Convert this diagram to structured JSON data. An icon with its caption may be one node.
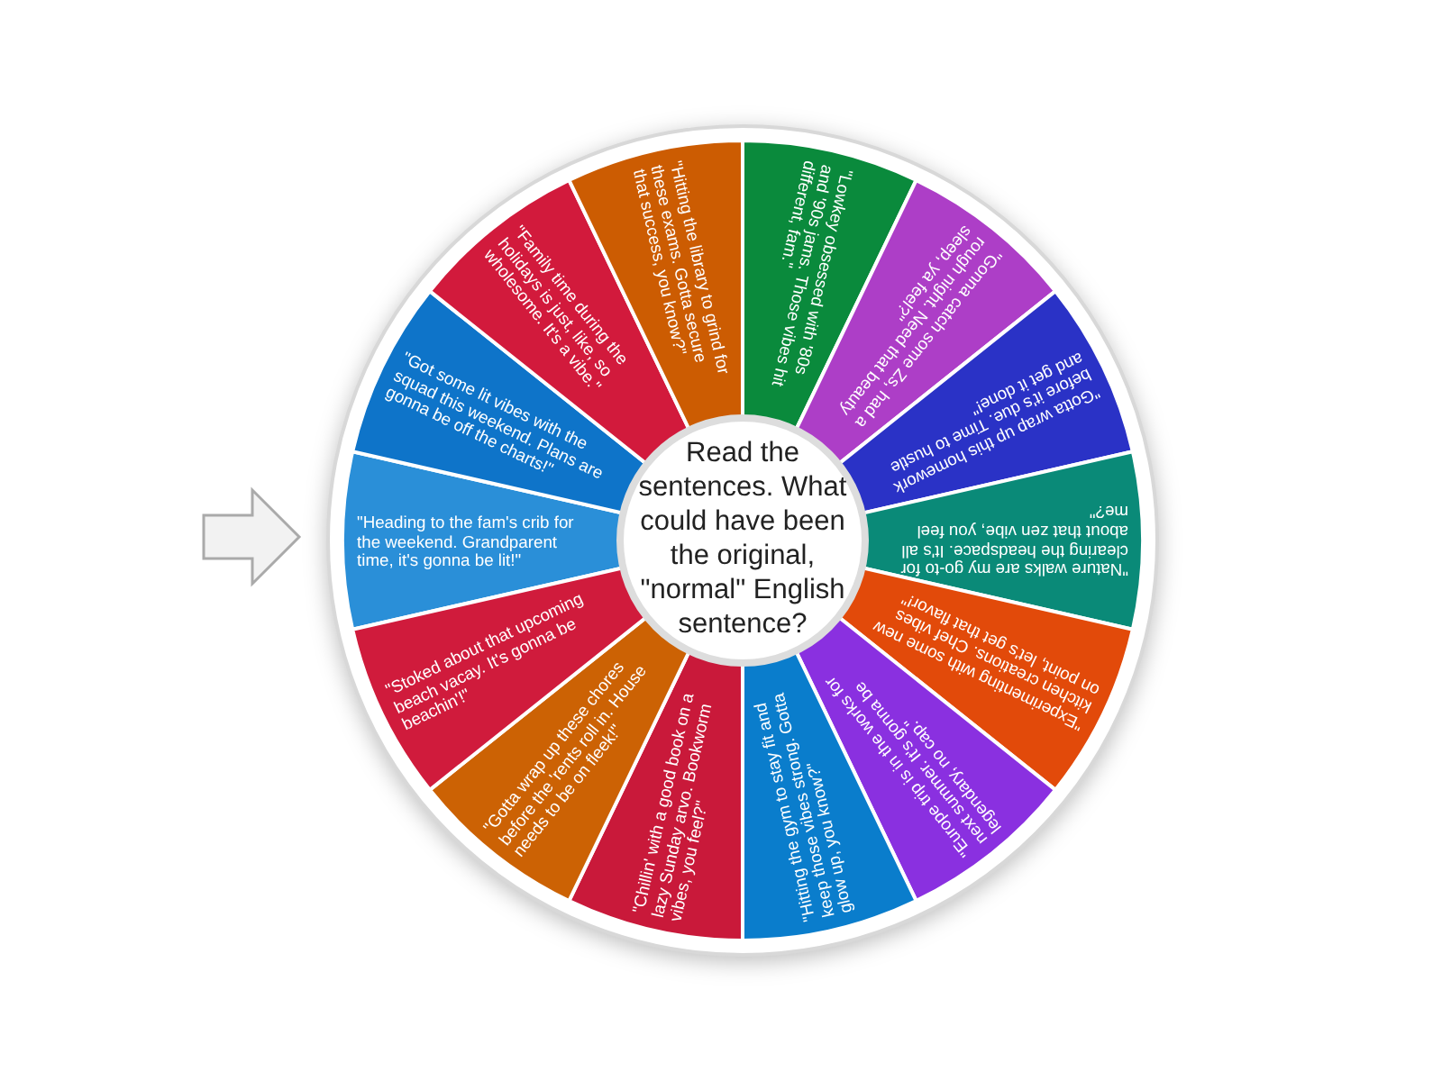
{
  "diagram": {
    "nodes": [
      {
        "text": [
          "Read the sentences. What could have been the original, \"normal\" English sentence?"
        ]
      },
      {
        "text": [
          "\"Heading to the fam's crib for the weekend. Grandparent time, it's gonna be lit!\""
        ]
      },
      {
        "text": [
          "\"Got some lit vibes with the squad this weekend. Plans are gonna be off the charts!\""
        ]
      },
      {
        "text": [
          "\"Family time during the holidays is just, like, so wholesome. It's a vibe.\""
        ]
      },
      {
        "text": [
          "\"Hitting the library to grind for these exams. Gotta secure that success, you know?\""
        ]
      },
      {
        "text": [
          "\"Lowkey obsessed with '80s and '90s jams. Those vibes hit different, fam.\""
        ]
      },
      {
        "text": [
          "\"Gonna catch some Zs, had a rough night. Need that beauty sleep, ya feel?\""
        ]
      },
      {
        "text": [
          "\"Gotta wrap up this homework before it's due. Time to hustle and get it done!\""
        ]
      },
      {
        "text": [
          "\"Nature walks are my go-to for clearing the headspace. It's all about that zen vibe, you feel me?\""
        ]
      },
      {
        "text": [
          "\"Experimenting with some new kitchen creations. Chef vibes on point, let's get that flavor!\""
        ]
      },
      {
        "text": [
          "\"Europe trip is in the works for next summer. It's gonna be legendary, no cap.\""
        ]
      },
      {
        "text": [
          "\"Hitting the gym to stay fit and keep those vibes strong. Gotta glow up, you know?\""
        ]
      },
      {
        "text": [
          "\"Chillin' with a good book on a lazy Sunday arvo. Bookworm vibes, you feel?\""
        ]
      },
      {
        "text": [
          "\"Gotta wrap up these chores before the 'rents roll in. House needs to be on fleek!\""
        ]
      },
      {
        "text": [
          "\"Stoked about that upcoming beach vacay. It's gonna be beachin'!\""
        ]
      }
    ]
  }
}
